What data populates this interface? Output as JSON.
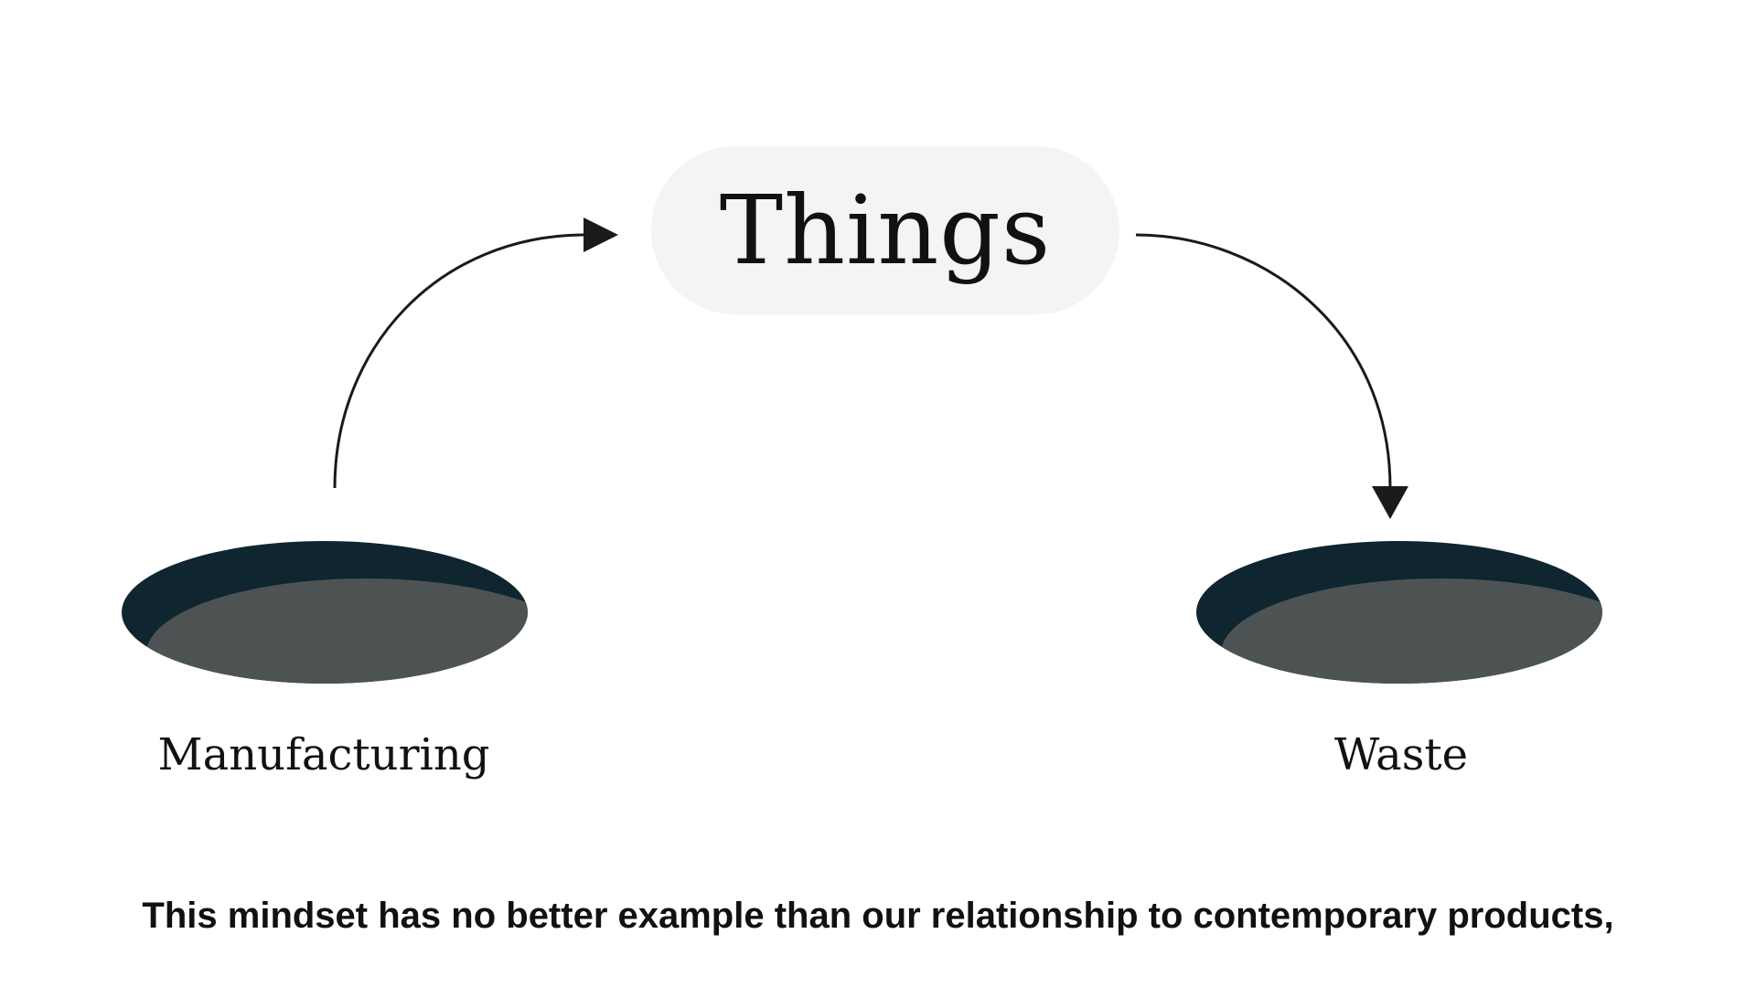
{
  "diagram": {
    "center_node": "Things",
    "left_node": "Manufacturing",
    "right_node": "Waste",
    "colors": {
      "pill_background": "#f4f4f4",
      "hole_rim": "#0f2530",
      "hole_floor": "#4d5353",
      "arrow": "#1a1a1a",
      "text": "#111111"
    }
  },
  "caption": "This mindset has no better example than our relationship to contemporary products,"
}
